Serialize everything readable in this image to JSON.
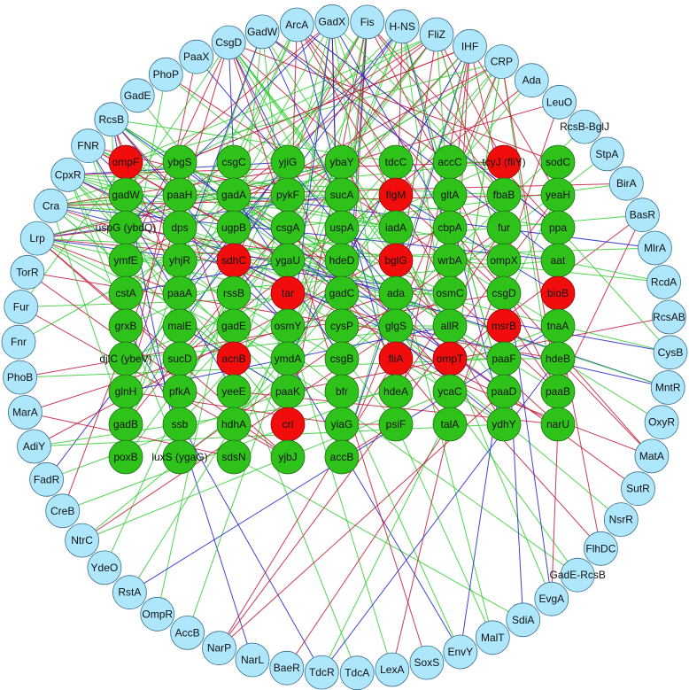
{
  "colors": {
    "regulator_fill": "#aee6fb",
    "regulator_stroke": "#3a6f8a",
    "target_green": "#2ec21a",
    "target_red": "#f20d0d",
    "target_stroke": "#1f6e14",
    "edge_activation": "#33cc33",
    "edge_repression": "#c21a3a",
    "edge_dual": "#2222cc"
  },
  "regulators": [
    "Fis",
    "H-NS",
    "FliZ",
    "IHF",
    "CRP",
    "Ada",
    "LeuO",
    "RcsB-BglJ",
    "StpA",
    "BirA",
    "BasR",
    "MlrA",
    "RcdA",
    "RcsAB",
    "CysB",
    "MntR",
    "OxyR",
    "MatA",
    "SutR",
    "NsrR",
    "FlhDC",
    "GadE-RcsB",
    "EvgA",
    "SdiA",
    "MalT",
    "EnvY",
    "SoxS",
    "LexA",
    "TdcA",
    "TdcR",
    "BaeR",
    "NarL",
    "NarP",
    "AccB",
    "OmpR",
    "RstA",
    "YdeO",
    "NtrC",
    "CreB",
    "FadR",
    "AdiY",
    "MarA",
    "PhoB",
    "Fnr",
    "Fur",
    "TorR",
    "Lrp",
    "Cra",
    "CpxR",
    "FNR",
    "RcsB",
    "GadE",
    "PhoP",
    "PaaX",
    "CsgD",
    "GadW",
    "ArcA",
    "GadX"
  ],
  "target_rows": [
    [
      {
        "n": "ompF",
        "c": "red"
      },
      {
        "n": "ybgS",
        "c": "green"
      },
      {
        "n": "csgC",
        "c": "green"
      },
      {
        "n": "yjiG",
        "c": "green"
      },
      {
        "n": "ybaY",
        "c": "green"
      },
      {
        "n": "tdcC",
        "c": "green"
      },
      {
        "n": "accC",
        "c": "green"
      },
      {
        "n": "tcyJ (fliY)",
        "c": "red"
      },
      {
        "n": "sodC",
        "c": "green"
      }
    ],
    [
      {
        "n": "gadW",
        "c": "green"
      },
      {
        "n": "paaH",
        "c": "green"
      },
      {
        "n": "gadA",
        "c": "green"
      },
      {
        "n": "pykF",
        "c": "green"
      },
      {
        "n": "sucA",
        "c": "green"
      },
      {
        "n": "flgM",
        "c": "red"
      },
      {
        "n": "gltA",
        "c": "green"
      },
      {
        "n": "fbaB",
        "c": "green"
      },
      {
        "n": "yeaH",
        "c": "green"
      }
    ],
    [
      {
        "n": "uspG (ybdQ)",
        "c": "green"
      },
      {
        "n": "dps",
        "c": "green"
      },
      {
        "n": "ugpB",
        "c": "green"
      },
      {
        "n": "csgA",
        "c": "green"
      },
      {
        "n": "uspA",
        "c": "green"
      },
      {
        "n": "iadA",
        "c": "green"
      },
      {
        "n": "cbpA",
        "c": "green"
      },
      {
        "n": "fur",
        "c": "green"
      },
      {
        "n": "ppa",
        "c": "green"
      }
    ],
    [
      {
        "n": "ymfE",
        "c": "green"
      },
      {
        "n": "yhjR",
        "c": "green"
      },
      {
        "n": "sdhC",
        "c": "red"
      },
      {
        "n": "ygaU",
        "c": "green"
      },
      {
        "n": "hdeD",
        "c": "green"
      },
      {
        "n": "bglG",
        "c": "red"
      },
      {
        "n": "wrbA",
        "c": "green"
      },
      {
        "n": "ompX",
        "c": "green"
      },
      {
        "n": "aat",
        "c": "green"
      }
    ],
    [
      {
        "n": "cstA",
        "c": "green"
      },
      {
        "n": "paaA",
        "c": "green"
      },
      {
        "n": "rssB",
        "c": "green"
      },
      {
        "n": "tar",
        "c": "red"
      },
      {
        "n": "gadC",
        "c": "green"
      },
      {
        "n": "ada",
        "c": "green"
      },
      {
        "n": "osmC",
        "c": "green"
      },
      {
        "n": "csgD",
        "c": "green"
      },
      {
        "n": "bioB",
        "c": "red"
      }
    ],
    [
      {
        "n": "grxB",
        "c": "green"
      },
      {
        "n": "malE",
        "c": "green"
      },
      {
        "n": "gadE",
        "c": "green"
      },
      {
        "n": "osmY",
        "c": "green"
      },
      {
        "n": "cysP",
        "c": "green"
      },
      {
        "n": "glgS",
        "c": "green"
      },
      {
        "n": "allR",
        "c": "green"
      },
      {
        "n": "msrB",
        "c": "red"
      },
      {
        "n": "tnaA",
        "c": "green"
      }
    ],
    [
      {
        "n": "djlC (ybeV)",
        "c": "green"
      },
      {
        "n": "sucD",
        "c": "green"
      },
      {
        "n": "acnB",
        "c": "red"
      },
      {
        "n": "ymdA",
        "c": "green"
      },
      {
        "n": "csgB",
        "c": "green"
      },
      {
        "n": "fliA",
        "c": "red"
      },
      {
        "n": "ompT",
        "c": "red"
      },
      {
        "n": "paaF",
        "c": "green"
      },
      {
        "n": "hdeB",
        "c": "green"
      }
    ],
    [
      {
        "n": "glnH",
        "c": "green"
      },
      {
        "n": "pfkA",
        "c": "green"
      },
      {
        "n": "yeeE",
        "c": "green"
      },
      {
        "n": "paaK",
        "c": "green"
      },
      {
        "n": "bfr",
        "c": "green"
      },
      {
        "n": "hdeA",
        "c": "green"
      },
      {
        "n": "ycaC",
        "c": "green"
      },
      {
        "n": "paaD",
        "c": "green"
      },
      {
        "n": "paaB",
        "c": "green"
      }
    ],
    [
      {
        "n": "gadB",
        "c": "green"
      },
      {
        "n": "ssb",
        "c": "green"
      },
      {
        "n": "hdhA",
        "c": "green"
      },
      {
        "n": "cri",
        "c": "red"
      },
      {
        "n": "yiaG",
        "c": "green"
      },
      {
        "n": "psiF",
        "c": "green"
      },
      {
        "n": "talA",
        "c": "green"
      },
      {
        "n": "ydhY",
        "c": "green"
      },
      {
        "n": "narU",
        "c": "green"
      }
    ],
    [
      {
        "n": "poxB",
        "c": "green"
      },
      {
        "n": "luxS (ygaG)",
        "c": "green"
      },
      {
        "n": "sdsN",
        "c": "green"
      },
      {
        "n": "yjbJ",
        "c": "green"
      },
      {
        "n": "accB",
        "c": "green"
      }
    ]
  ]
}
